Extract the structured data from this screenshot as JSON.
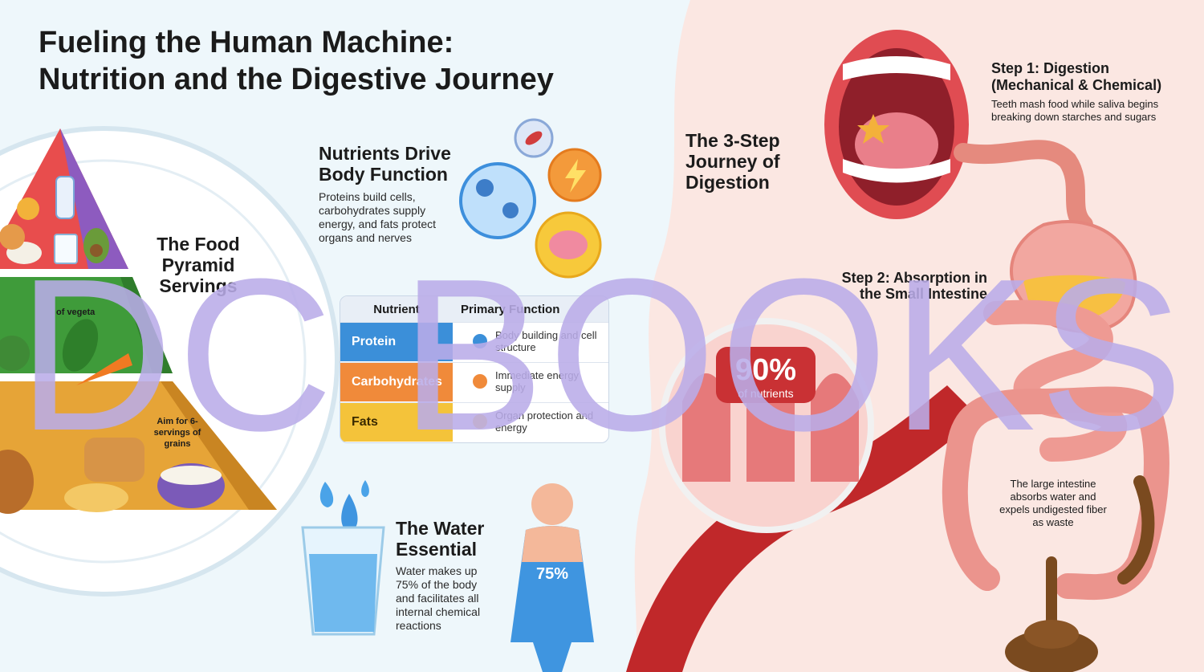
{
  "title_line1": "Fueling the Human Machine:",
  "title_line2": "Nutrition and the Digestive Journey",
  "nutrients": {
    "heading": "Nutrients Drive Body Function",
    "body": "Proteins build cells, carbohydrates supply energy, and fats protect organs and nerves"
  },
  "pyramid": {
    "heading": "The Food Pyramid Servings",
    "veg_label": "of vegeta",
    "grains_label": "Aim for 6- servings of grains"
  },
  "table": {
    "col1": "Nutrient",
    "col2": "Primary Function",
    "rows": [
      {
        "name": "Protein",
        "function": "Body building and cell structure",
        "color": "#3b8fd9"
      },
      {
        "name": "Carbohydrates",
        "function": "Immediate energy supply",
        "color": "#f08a3a"
      },
      {
        "name": "Fats",
        "function": "Organ protection and energy",
        "color": "#f4c33a"
      }
    ]
  },
  "water": {
    "heading": "The Water Essential",
    "body": "Water makes up 75% of the body and facilitates all internal chemical reactions",
    "percent": "75%"
  },
  "digestion": {
    "heading": "The 3-Step Journey of Digestion",
    "step1_title": "Step 1: Digestion (Mechanical & Chemical)",
    "step1_body": "Teeth mash food while saliva begins breaking down starches and sugars",
    "step2_title": "Step 2: Absorption in the Small Intestine",
    "absorb_percent": "90%",
    "absorb_label": "of nutrients",
    "large_intestine": "The large intestine absorbs water and expels undigested fiber as waste"
  },
  "watermark": "DC BOOKS",
  "colors": {
    "left_bg": "#eef7fb",
    "right_bg": "#fbe7e2",
    "artery": "#c0282a",
    "accent_blue": "#3b8fd9",
    "accent_orange": "#f08a3a",
    "accent_yellow": "#f4c33a"
  }
}
